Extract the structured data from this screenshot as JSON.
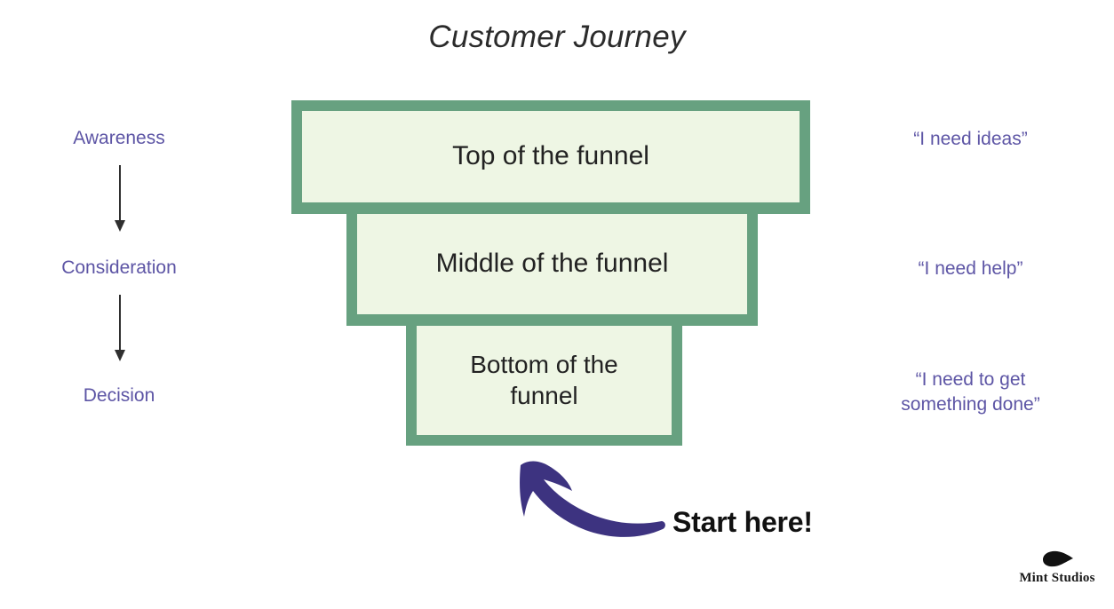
{
  "title": "Customer Journey",
  "colors": {
    "background": "#ffffff",
    "funnel_border": "#67a180",
    "funnel_fill": "#eef6e4",
    "stage_text": "#5d55a5",
    "quote_text": "#5d55a5",
    "callout_arrow": "#3d3380",
    "callout_text": "#111111",
    "title_text": "#2b2b2b",
    "stage_arrow": "#2f2f2f"
  },
  "stages": [
    {
      "label": "Awareness"
    },
    {
      "label": "Consideration"
    },
    {
      "label": "Decision"
    }
  ],
  "funnel": [
    {
      "label": "Top of the funnel"
    },
    {
      "label": "Middle of the funnel"
    },
    {
      "label_line1": "Bottom of the",
      "label_line2": "funnel"
    }
  ],
  "quotes": [
    {
      "line1": "“I need ideas”"
    },
    {
      "line1": "“I need help”"
    },
    {
      "line1": "“I need to get",
      "line2": "something done”"
    }
  ],
  "callout": {
    "text": "Start here!",
    "arrow_icon": "curved-arrow-up-left-icon"
  },
  "logo": {
    "icon": "mint-leaf-icon",
    "wordmark": "Mint Studios"
  }
}
